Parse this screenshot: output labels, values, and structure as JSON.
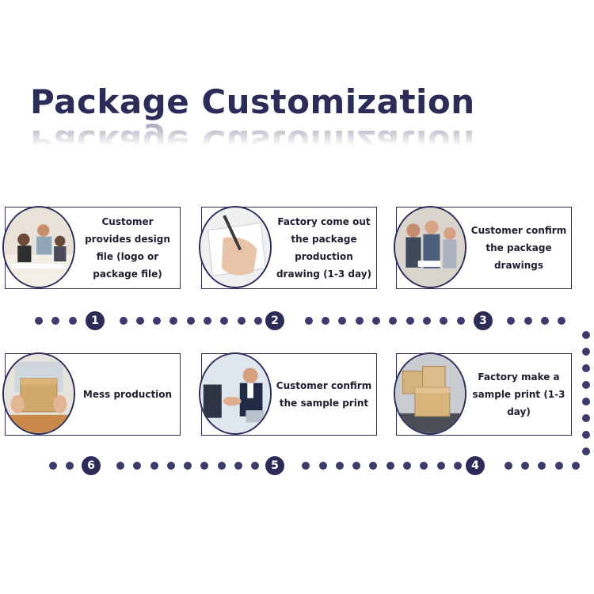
{
  "title": "Package Customization",
  "colors": {
    "accent": "#2c2c58",
    "dots": "#3d3b6e",
    "background": "#ffffff"
  },
  "steps": [
    {
      "number": "1",
      "label": "Customer provides design file (logo or package file)",
      "photo_icon": "office-team-photo"
    },
    {
      "number": "2",
      "label": "Factory come out the package production drawing (1-3 day)",
      "photo_icon": "hand-drawing-photo"
    },
    {
      "number": "3",
      "label": "Customer confirm the package drawings",
      "photo_icon": "team-review-photo"
    },
    {
      "number": "4",
      "label": "Factory make a sample print (1-3 day)",
      "photo_icon": "carton-boxes-photo"
    },
    {
      "number": "5",
      "label": "Customer confirm the sample print",
      "photo_icon": "handshake-photo"
    },
    {
      "number": "6",
      "label": "Mess production",
      "photo_icon": "holding-box-photo"
    }
  ]
}
